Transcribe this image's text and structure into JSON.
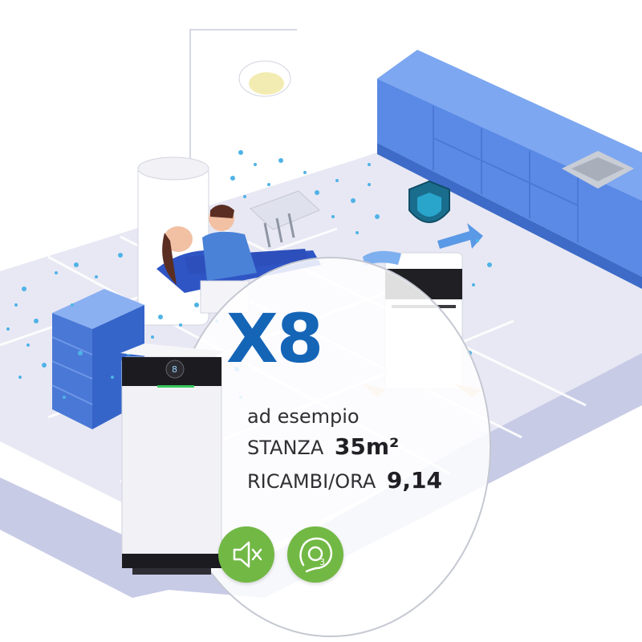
{
  "product": {
    "model": "X8",
    "subtitle": "ad esempio",
    "specs": [
      {
        "label": "STANZA",
        "value": "35m²"
      },
      {
        "label": "RICAMBI/ORA",
        "value": "9,14"
      }
    ]
  },
  "badges": [
    {
      "icon": "silent-speaker-icon"
    },
    {
      "icon": "ozone-free-icon"
    }
  ],
  "colors": {
    "model_text": "#1565b7",
    "badge": "#72b845",
    "cabinet": "#5a8ae6",
    "floor": "#e3e3f1",
    "particles": "#4fb3e6"
  }
}
